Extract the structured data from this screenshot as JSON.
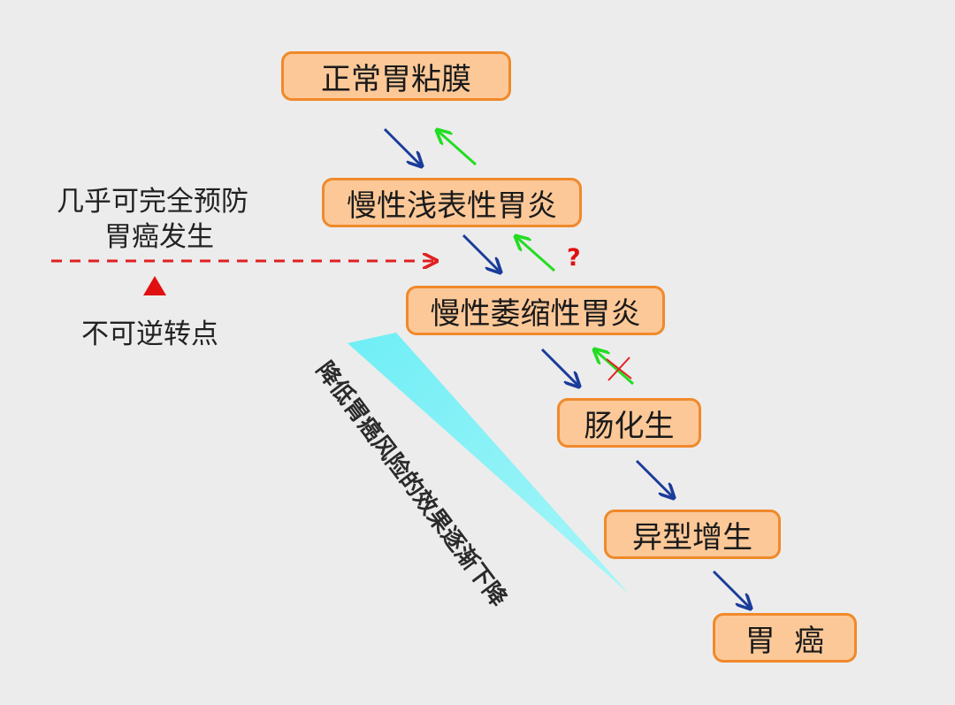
{
  "stages": [
    {
      "id": "normal",
      "label": "正常胃粘膜"
    },
    {
      "id": "superficial",
      "label": "慢性浅表性胃炎"
    },
    {
      "id": "atrophic",
      "label": "慢性萎缩性胃炎"
    },
    {
      "id": "metaplasia",
      "label": "肠化生"
    },
    {
      "id": "dysplasia",
      "label": "异型增生"
    },
    {
      "id": "cancer",
      "label": "胃  癌"
    }
  ],
  "prevention_note": {
    "line1": "几乎可完全预防",
    "line2": "胃癌发生"
  },
  "irreversible_point": "不可逆转点",
  "uncertain_reversal_mark": "?",
  "gradient_caption": "降低胃癌风险的效果逐渐下降",
  "colors": {
    "box_fill": "#fcc898",
    "box_border": "#f0892a",
    "progression_arrow": "#1a3c9a",
    "reversal_arrow": "#22dd22",
    "dashed_line": "#e02020",
    "cross_mark": "#e02020",
    "gradient_wedge": "#7ff0f5"
  }
}
